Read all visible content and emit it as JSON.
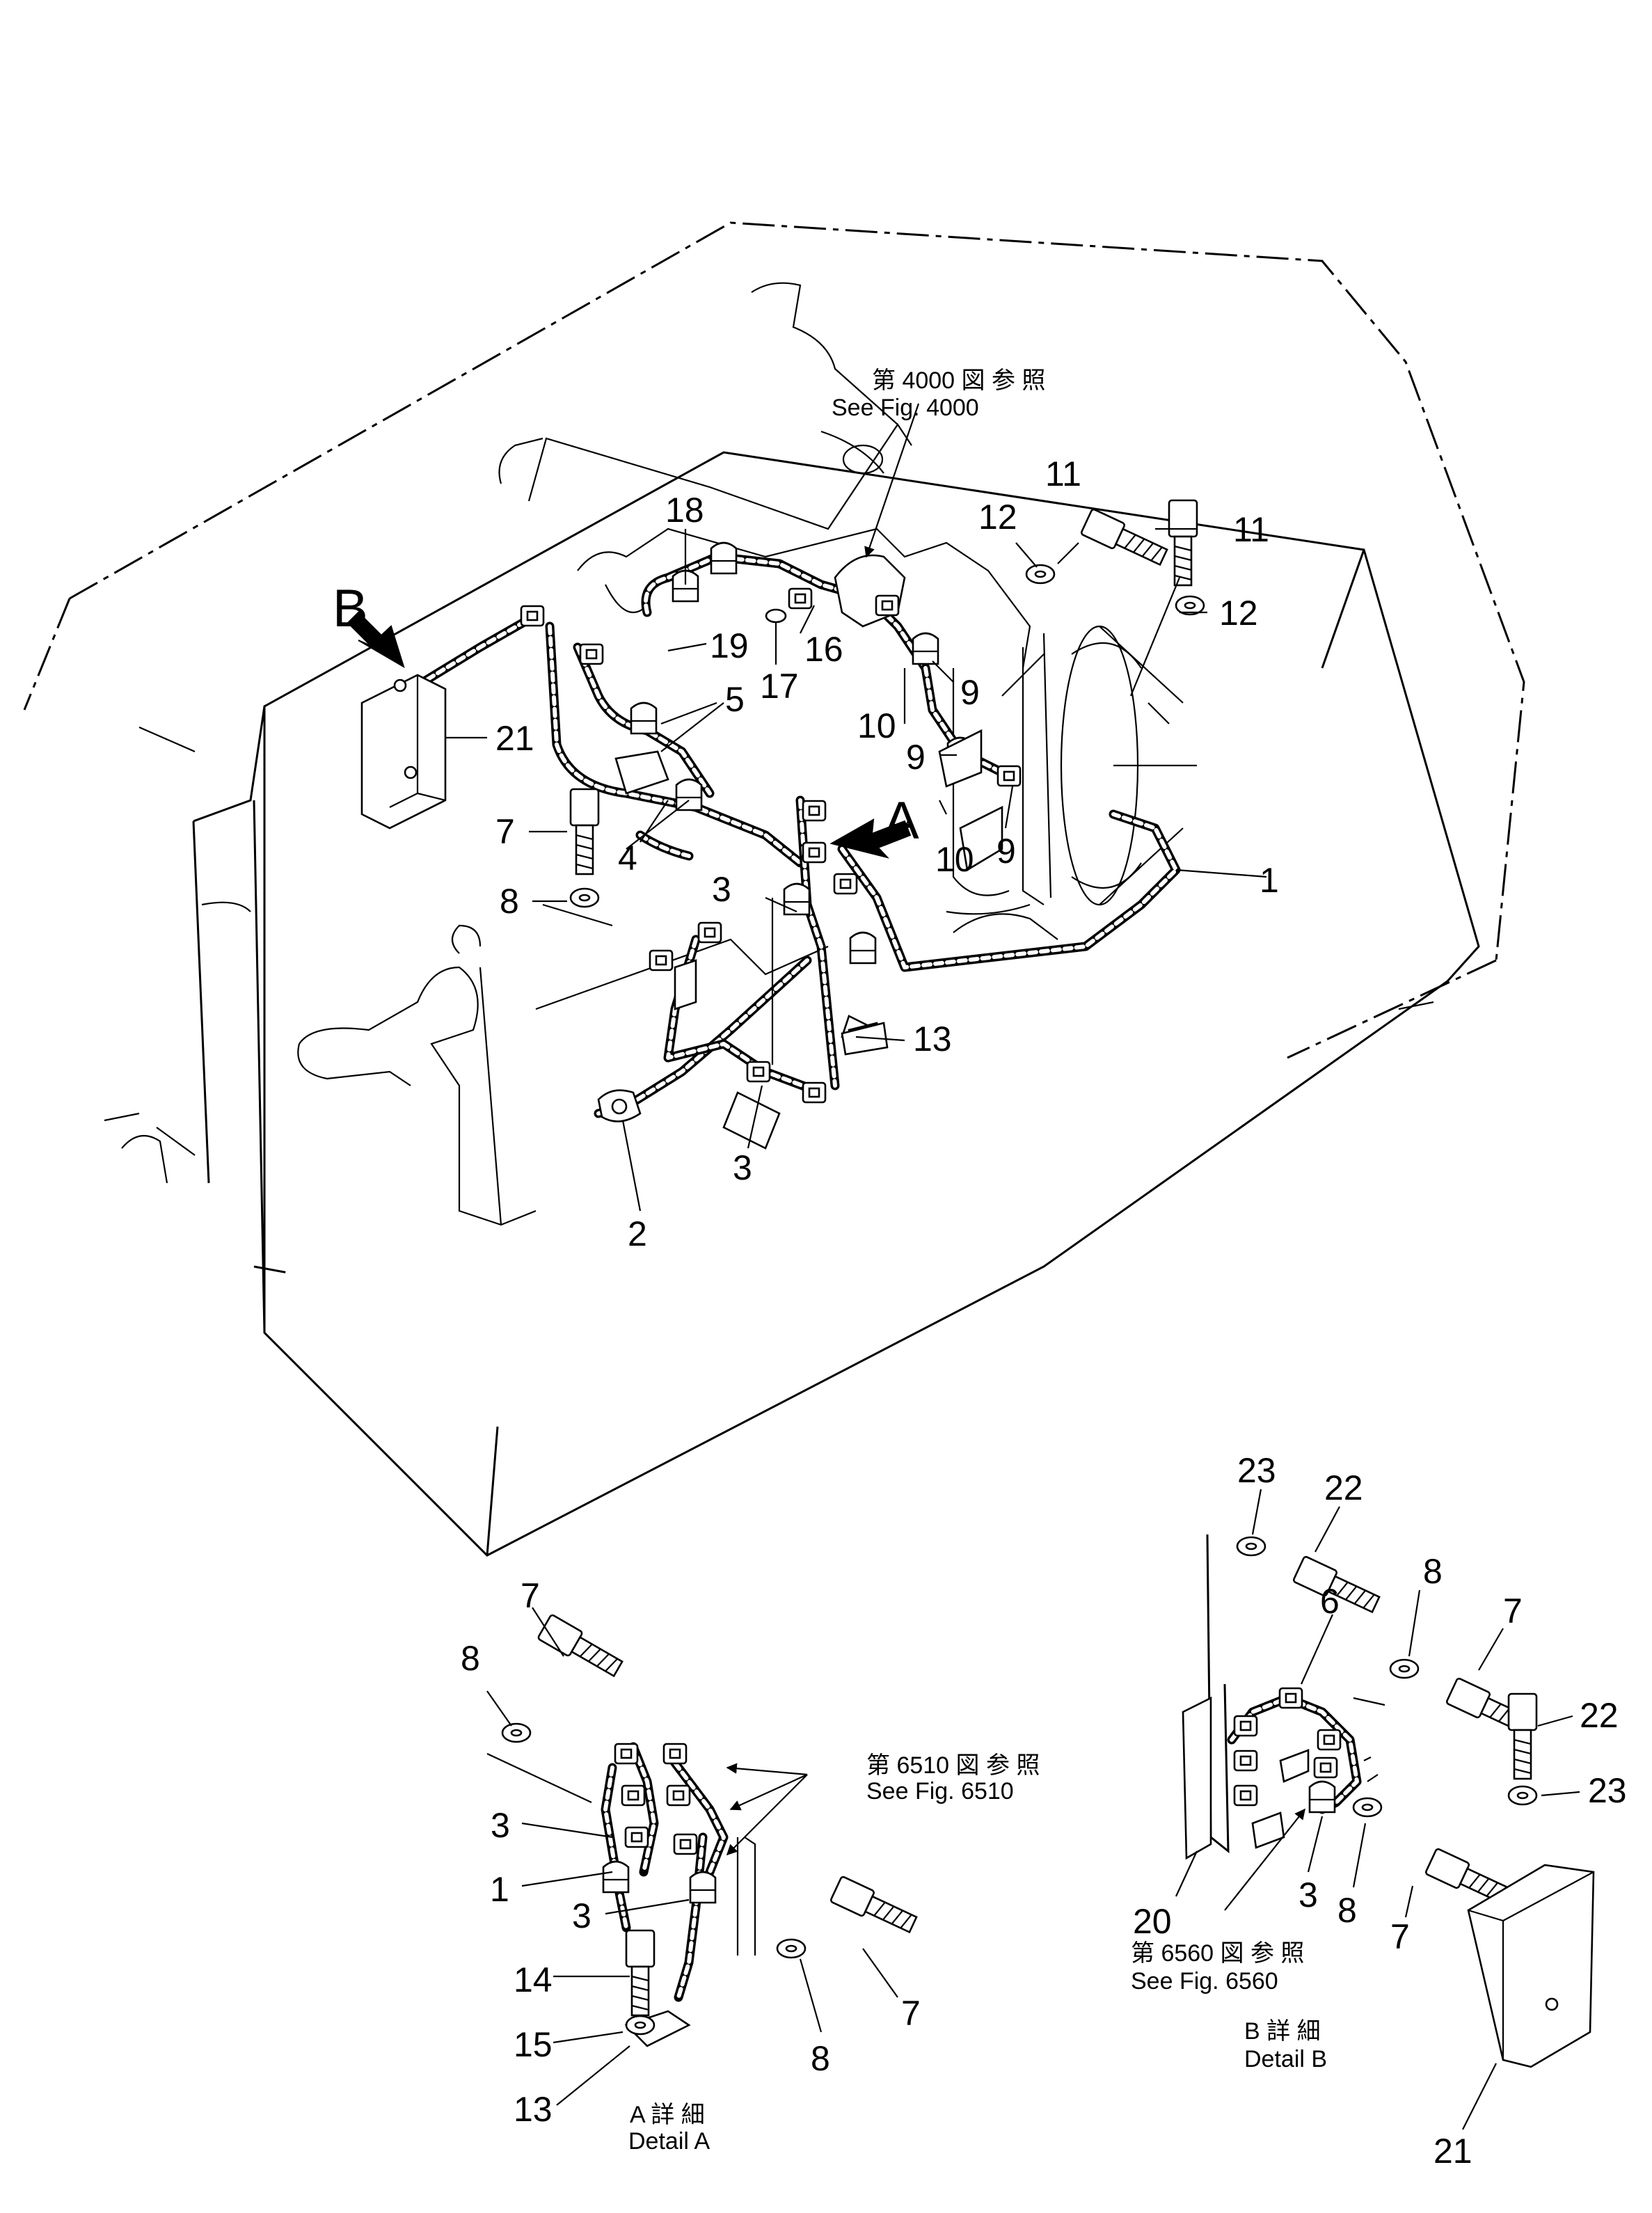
{
  "callouts": {
    "c1": "1",
    "c2": "2",
    "c3a": "3",
    "c3b": "3",
    "c4": "4",
    "c5": "5",
    "c7": "7",
    "c8": "8",
    "c9a": "9",
    "c9b": "9",
    "c9c": "9",
    "c10a": "10",
    "c10b": "10",
    "c11a": "11",
    "c11b": "11",
    "c12a": "12",
    "c12b": "12",
    "c13": "13",
    "c16": "16",
    "c17": "17",
    "c18": "18",
    "c19": "19",
    "c21": "21",
    "arrowA": "A",
    "arrowB": "B"
  },
  "references": {
    "fig4000_jp": "第 4000 図 参 照",
    "fig4000_en": "See Fig. 4000",
    "fig6510_jp": "第 6510 図 参 照",
    "fig6510_en": "See Fig. 6510",
    "fig6560_jp": "第 6560 図 参 照",
    "fig6560_en": "See Fig. 6560"
  },
  "detail_a": {
    "caption_jp": "A  詳  細",
    "caption_en": "Detail A",
    "callouts": {
      "c7a": "7",
      "c8a": "8",
      "c3a": "3",
      "c1": "1",
      "c3b": "3",
      "c14": "14",
      "c15": "15",
      "c13": "13",
      "c7b": "7",
      "c8b": "8"
    }
  },
  "detail_b": {
    "caption_jp": "B  詳  細",
    "caption_en": "Detail B",
    "callouts": {
      "c23a": "23",
      "c22a": "22",
      "c8a": "8",
      "c6": "6",
      "c7a": "7",
      "c22b": "22",
      "c23b": "23",
      "c20": "20",
      "c3": "3",
      "c8b": "8",
      "c7b": "7",
      "c21": "21"
    }
  },
  "icons": [
    "arrow-b-icon",
    "arrow-a-icon",
    "reference-arrow-icon"
  ]
}
